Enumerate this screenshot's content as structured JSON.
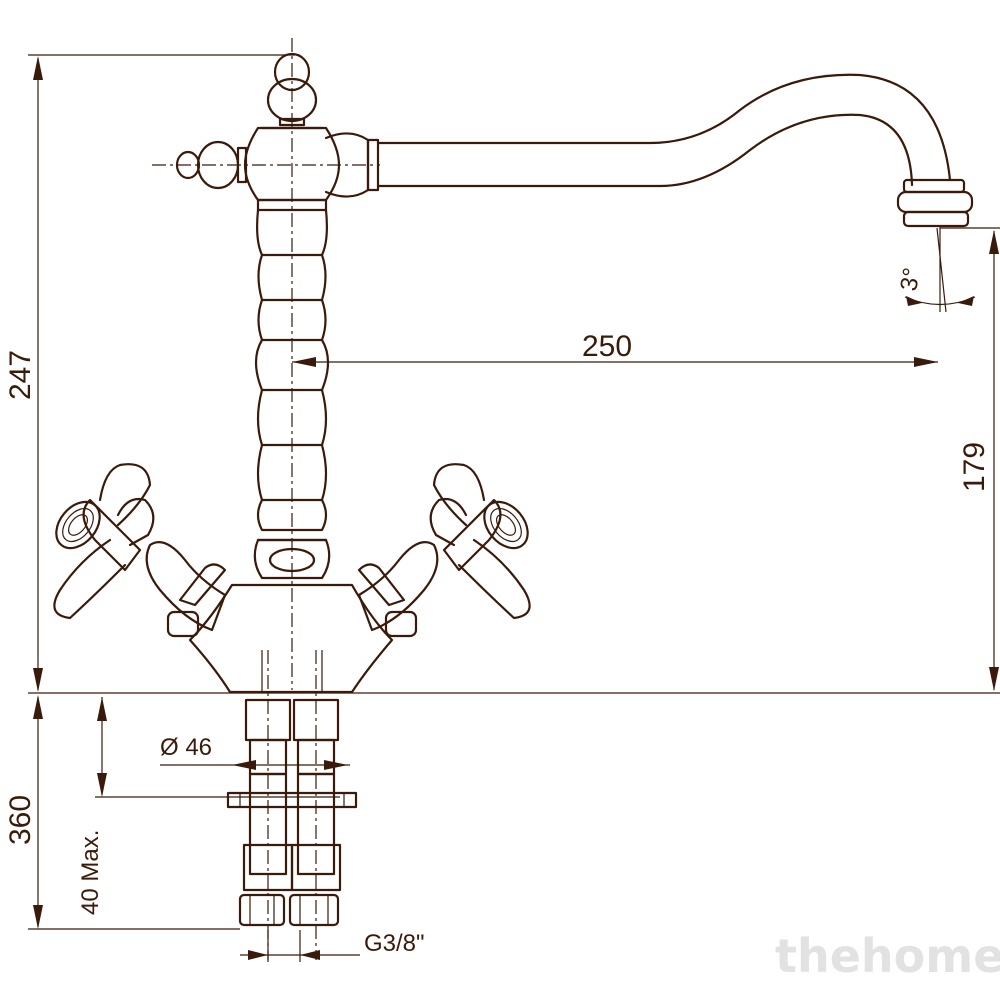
{
  "dimensions": {
    "total_height": "247",
    "spout_reach": "250",
    "spout_height": "179",
    "spout_angle": "3°",
    "hose_length": "360",
    "max_thickness": "40 Max.",
    "base_diameter": "Ø 46",
    "thread": "G3/8\""
  },
  "watermark": "thehome",
  "colors": {
    "line": "#3a1a0a",
    "background": "#ffffff",
    "watermark": "#e2e2e2"
  }
}
